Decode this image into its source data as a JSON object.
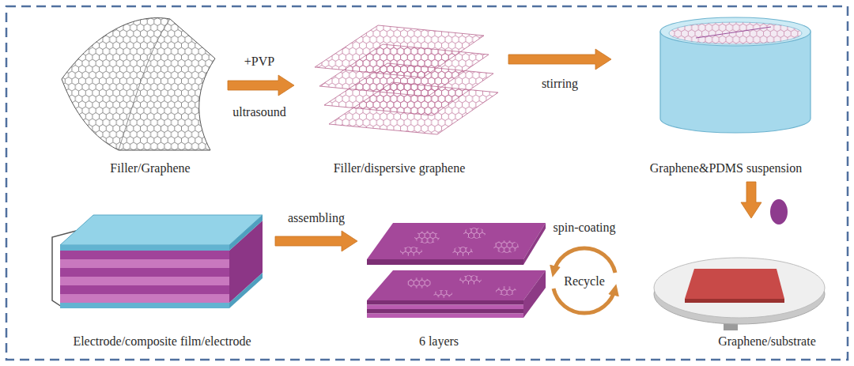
{
  "diagram": {
    "nodes": [
      {
        "text": [
          "Filler/Graphene"
        ]
      },
      {
        "text": [
          "Filler/dispersive graphene"
        ]
      },
      {
        "text": [
          "Graphene&PDMS suspension"
        ]
      },
      {
        "text": [
          "Electrode/composite film/electrode"
        ]
      },
      {
        "text": [
          "6 layers"
        ]
      },
      {
        "text": [
          "Graphene/substrate"
        ]
      }
    ],
    "edges": [
      {
        "from": 0,
        "to": 1,
        "label": "+PVP",
        "arrow": "to"
      },
      {
        "from": 1,
        "to": 2,
        "label": "stirring",
        "arrow": "to"
      },
      {
        "from": 2,
        "to": 5,
        "arrow": "to"
      },
      {
        "from": 5,
        "to": 4,
        "label": "spin-coating",
        "arrow": "to"
      },
      {
        "from": 4,
        "to": 5,
        "label": "Recycle",
        "arrow": "to"
      },
      {
        "from": 3,
        "to": 4,
        "label": "assembling",
        "arrow": "to"
      }
    ],
    "labels": [
      "ultrasound"
    ]
  }
}
